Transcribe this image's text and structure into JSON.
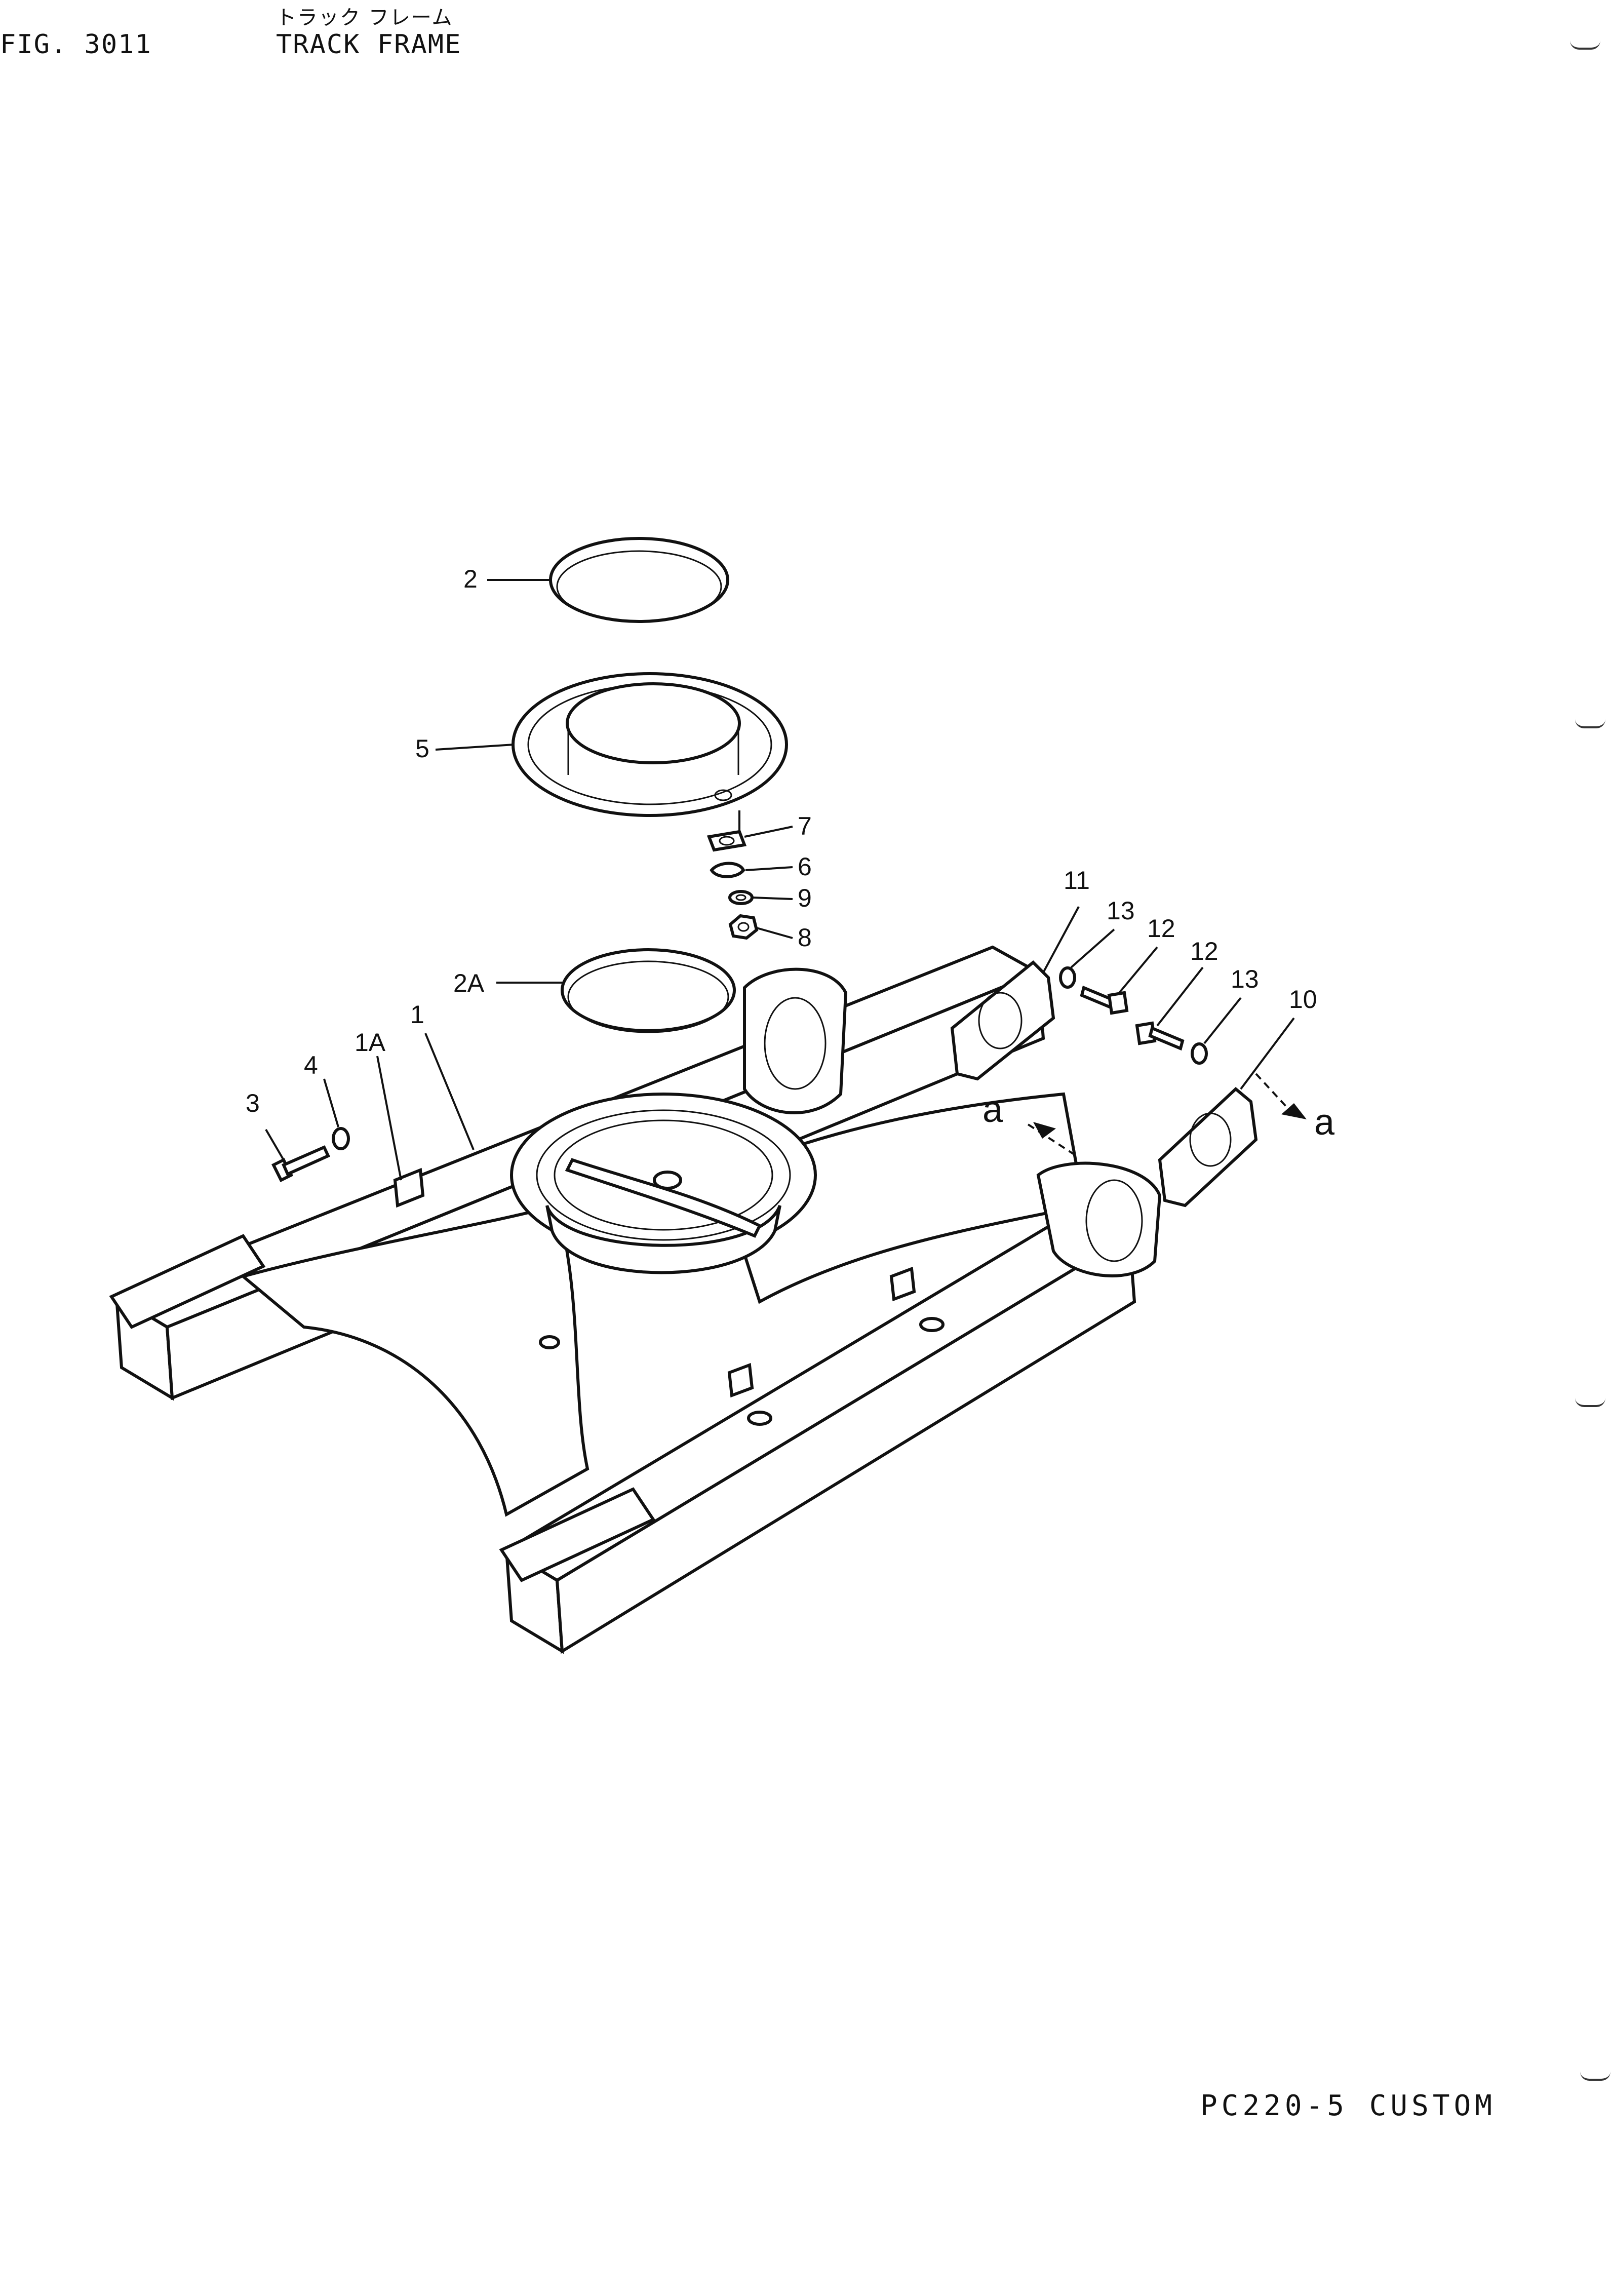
{
  "header": {
    "figure_number": "FIG. 3011",
    "title_japanese": "トラック フレーム",
    "title": "TRACK FRAME"
  },
  "footer": {
    "model": "PC220-5 CUSTOM"
  },
  "callouts": {
    "p1": "1",
    "p1A": "1A",
    "p2": "2",
    "p2A": "2A",
    "p3": "3",
    "p4": "4",
    "p5": "5",
    "p6": "6",
    "p7": "7",
    "p8": "8",
    "p9": "9",
    "p10": "10",
    "p11": "11",
    "p12a": "12",
    "p12b": "12",
    "p13a": "13",
    "p13b": "13"
  },
  "view_markers": {
    "left": "a",
    "right": "a"
  }
}
